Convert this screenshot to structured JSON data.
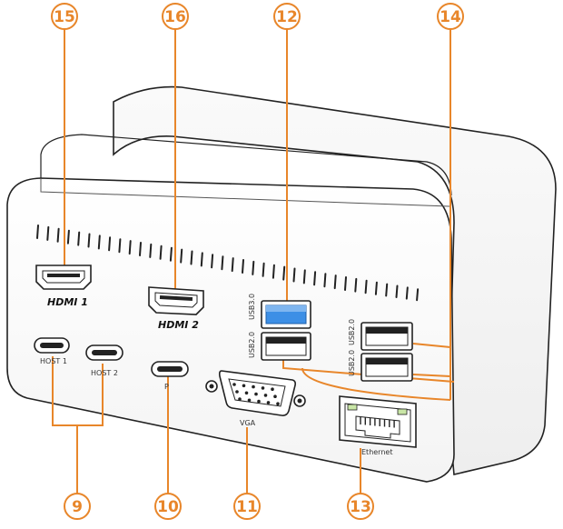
{
  "colors": {
    "accent": "#e8862a",
    "outline": "#222222",
    "usb3_blue": "#3d8fe6",
    "ethernet_led": "#c9e6a6"
  },
  "callouts": {
    "c15": "15",
    "c16": "16",
    "c12": "12",
    "c14": "14",
    "c9": "9",
    "c10": "10",
    "c11": "11",
    "c13": "13"
  },
  "labels": {
    "hdmi1": "HDMI 1",
    "hdmi2": "HDMI 2",
    "usb30": "USB3.0",
    "usb20_left": "USB2.0",
    "usb20_right_top": "USB2.0",
    "usb20_right_bottom": "USB2.0",
    "host1": "HOST 1",
    "host2": "HOST 2",
    "p": "P",
    "vga": "VGA",
    "ethernet": "Ethernet"
  },
  "icons": {
    "callout": "circled-number-icon",
    "hdmi": "hdmi-port-icon",
    "usb": "usb-a-port-icon",
    "usbc": "usb-c-port-icon",
    "vga": "vga-port-icon",
    "ethernet": "rj45-port-icon"
  }
}
